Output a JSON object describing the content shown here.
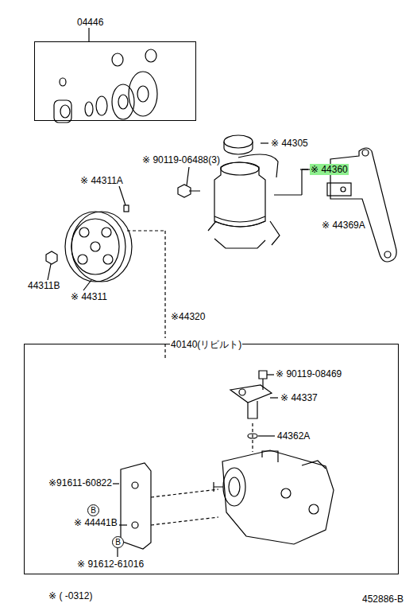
{
  "diagram": {
    "nodes": [
      {
        "text": [
          "04446"
        ]
      },
      {
        "text": [
          "※44320",
          "40140(リビルト)"
        ]
      }
    ],
    "labels": [
      "※ 44305",
      "※ 90119-06488(3)",
      "※ 44360",
      "※ 44311A",
      "※ 44369A",
      "44311B",
      "※ 44311",
      "※ 90119-08469",
      "※ 44337",
      "44362A",
      "※91611-60822",
      "B",
      "※ 44441B",
      "B",
      "※ 91612-61016",
      "※ (      -0312)",
      "452886-B"
    ]
  }
}
